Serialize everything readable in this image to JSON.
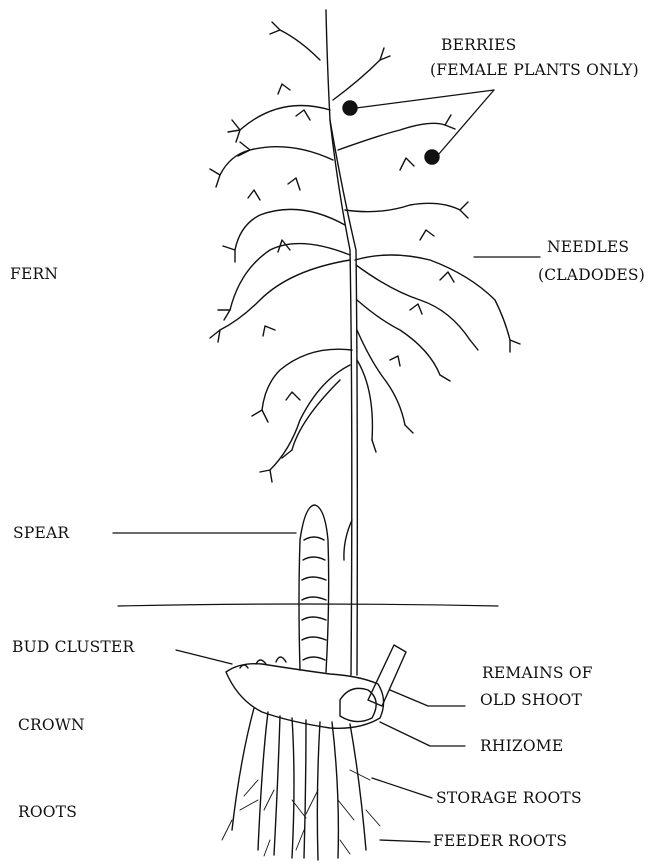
{
  "labels": {
    "berries_1": "BERRIES",
    "berries_2": "(FEMALE PLANTS ONLY)",
    "needles_1": "NEEDLES",
    "needles_2": "(CLADODES)",
    "fern": "FERN",
    "spear": "SPEAR",
    "bud_cluster": "BUD CLUSTER",
    "crown": "CROWN",
    "roots": "ROOTS",
    "remains_1": "REMAINS OF",
    "remains_2": "OLD SHOOT",
    "rhizome": "RHIZOME",
    "storage_roots": "STORAGE ROOTS",
    "feeder_roots": "FEEDER ROOTS"
  },
  "colors": {
    "ink": "#111111",
    "background": "#ffffff"
  }
}
